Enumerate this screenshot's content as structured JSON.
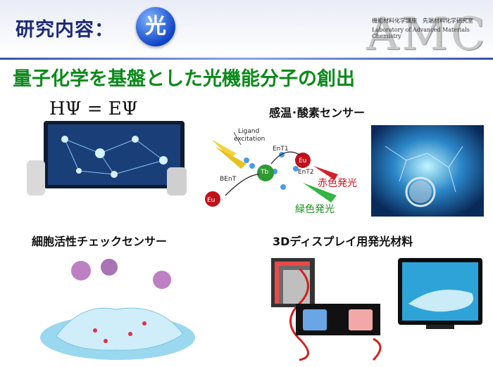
{
  "header": {
    "section_title": "研究内容：",
    "badge": "光",
    "logo": "AMC",
    "lab_jp": "機能材料化学講座　先端材料化学研究室",
    "lab_en": "Laboratory of Advanced Materials Chemistry"
  },
  "headline": "量子化学を基盤とした光機能分子の創出",
  "equation": "HΨ = EΨ",
  "sensor_title": "感温･酸素センサー",
  "diagram": {
    "ligand": "Ligand",
    "excitation": "excitation",
    "ent1": "EnT1",
    "ent2": "EnT2",
    "bent": "BEnT",
    "tb": "Tb",
    "eu": "Eu",
    "red_label": "赤色発光",
    "green_label": "緑色発光"
  },
  "cell_title": "細胞活性チェックセンサー",
  "display_title": "3Dディスプレイ用発光材料"
}
